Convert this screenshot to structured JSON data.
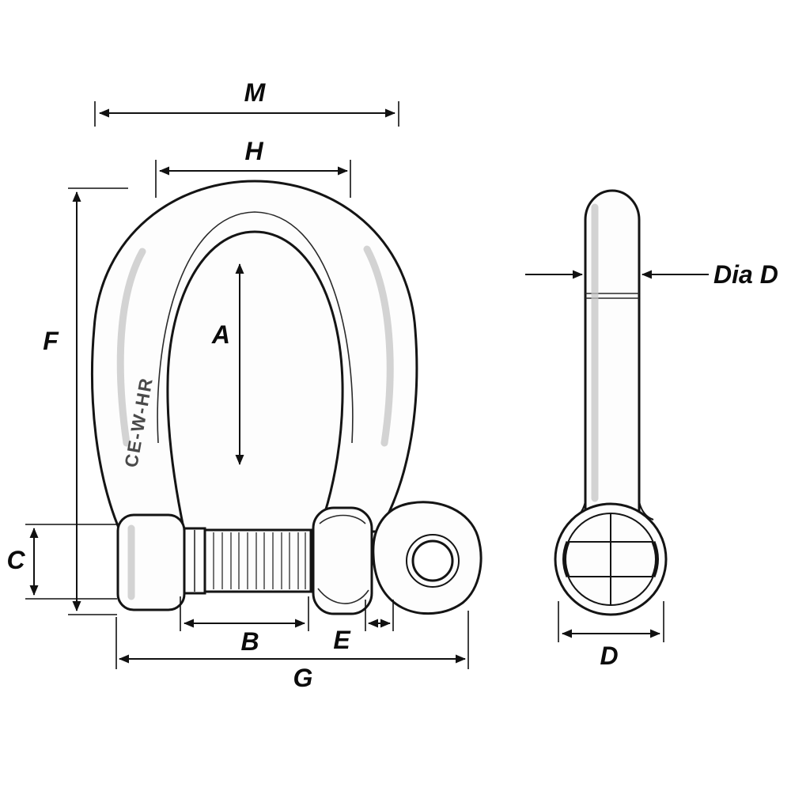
{
  "diagram": {
    "type": "technical-drawing",
    "subject": "Bow shackle dimensional diagram with front view and pin side view",
    "labels": {
      "m": "M",
      "h": "H",
      "a": "A",
      "f": "F",
      "c": "C",
      "b": "B",
      "e": "E",
      "g": "G",
      "dia_d": "Dia D",
      "d": "D",
      "engraving": "CE-W-HR"
    },
    "colors": {
      "line": "#141414",
      "background": "#ffffff",
      "shading": "#c4c4c4"
    }
  }
}
